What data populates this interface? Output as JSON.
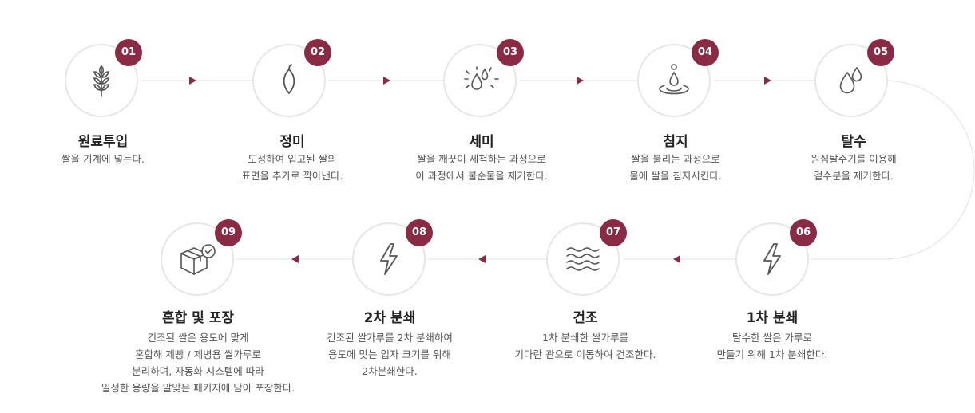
{
  "accent": "#8a2a44",
  "steps": [
    {
      "num": "01",
      "title": "원료투입",
      "desc": "쌀을 기계에 넣는다.",
      "icon": "wheat-icon"
    },
    {
      "num": "02",
      "title": "정미",
      "desc": "도정하여 입고된 쌀의\n표면을 추가로 깍아낸다.",
      "icon": "rice-grain-icon"
    },
    {
      "num": "03",
      "title": "세미",
      "desc": "쌀을 깨끗이 세척하는 과정으로\n이 과정에서 불순물을 제거한다.",
      "icon": "sparkling-drops-icon"
    },
    {
      "num": "04",
      "title": "침지",
      "desc": "쌀을 불리는 과정으로\n물에 쌀을 침지시킨다.",
      "icon": "water-ripple-icon"
    },
    {
      "num": "05",
      "title": "탈수",
      "desc": "원심탈수기를 이용해\n겉수분을 제거한다.",
      "icon": "double-drops-icon"
    },
    {
      "num": "06",
      "title": "1차 분쇄",
      "desc": "탈수한 쌀은 가루로\n만들기 위해 1차 분쇄한다.",
      "icon": "lightning-icon"
    },
    {
      "num": "07",
      "title": "건조",
      "desc": "1차 분쇄한 쌀가루를\n기다란 관으로 이동하여 건조한다.",
      "icon": "waves-icon"
    },
    {
      "num": "08",
      "title": "2차 분쇄",
      "desc": "건조된 쌀가루를 2차 분쇄하여\n용도에 맞는 입자 크기를 위해\n2차분쇄한다.",
      "icon": "lightning-icon"
    },
    {
      "num": "09",
      "title": "혼합 및 포장",
      "desc": "건조된 쌀은 용도에 맞게\n혼합해 제빵 / 제병용 쌀가루로\n분리하며, 자동화 시스템에 따라\n일정한 용량을 알맞은 페키지에 담아 포장한다.",
      "icon": "box-check-icon"
    }
  ]
}
